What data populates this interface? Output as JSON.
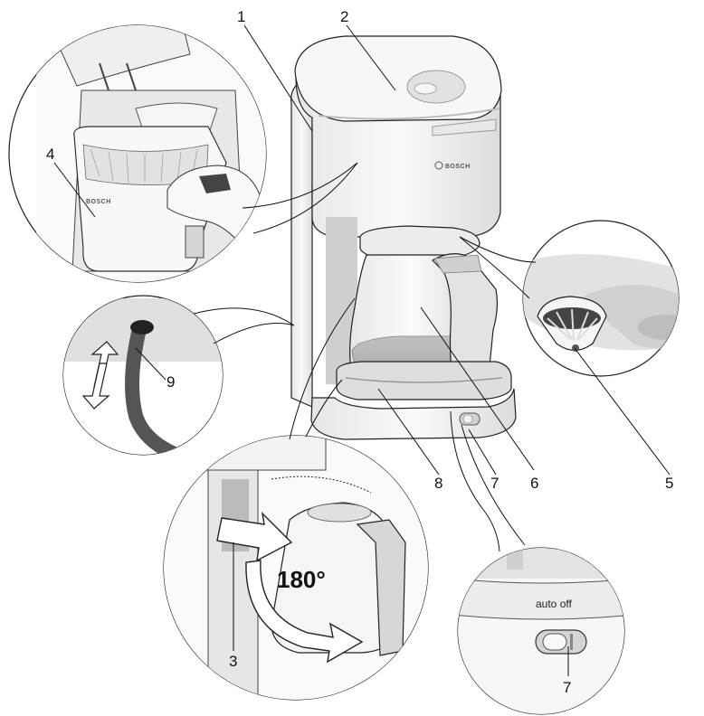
{
  "callouts": {
    "c1": "1",
    "c2": "2",
    "c3": "3",
    "c4": "4",
    "c5": "5",
    "c6": "6",
    "c7a": "7",
    "c7b": "7",
    "c8": "8",
    "c9": "9"
  },
  "rotation_label": "180°",
  "switch_label": "auto off",
  "brand": {
    "main": "BOSCH",
    "filter": "BOSCH"
  },
  "colors": {
    "body": "#f2f2f2",
    "shade": "#d9d9d9",
    "dark": "#8c8c8c",
    "line": "#111111"
  },
  "icons": [
    "double-arrow-icon",
    "rotate-arrow-icon",
    "push-arrow-icon"
  ]
}
